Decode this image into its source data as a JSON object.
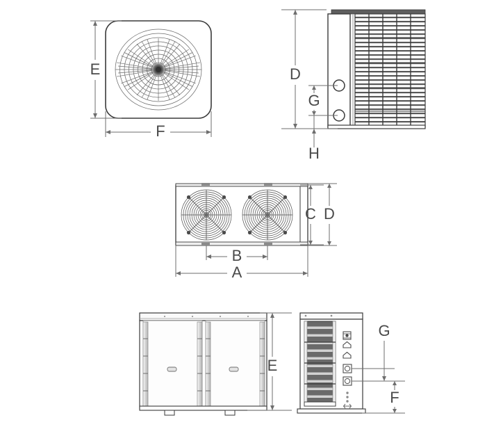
{
  "drawing": {
    "title": "Heat pump unit dimensional drawing",
    "background_color": "#ffffff",
    "line_color": "#3a3a3a",
    "dim_line_color": "#6e6e6e",
    "label_color": "#4a4a4a",
    "fill_light": "#fdfdfd",
    "fill_panel": "#f2f2f2",
    "fill_rail": "#d8d8d8",
    "fill_coil_dark": "#5a5a5a",
    "fill_hub": "#4a4a4a"
  },
  "views": [
    {
      "id": "top-left",
      "name": "fan-face-view",
      "description": "Rounded square fan face with circular wire grille",
      "labels": [
        {
          "text": "E",
          "orientation": "vertical",
          "position": "left"
        },
        {
          "text": "F",
          "orientation": "horizontal",
          "position": "bottom"
        }
      ],
      "grille": {
        "rings": 9,
        "spokes": 36
      }
    },
    {
      "id": "top-right",
      "name": "side-coil-view",
      "description": "Side elevation showing finned coil and two pipe ports",
      "labels": [
        {
          "text": "D",
          "orientation": "vertical",
          "position": "left"
        },
        {
          "text": "G",
          "orientation": "vertical",
          "position": "left-inner"
        },
        {
          "text": "H",
          "orientation": "vertical",
          "position": "bottom"
        }
      ],
      "ports": 2,
      "coil_columns": 5
    },
    {
      "id": "middle",
      "name": "top-plan-view",
      "description": "Top plan view with two fan guards",
      "labels": [
        {
          "text": "C",
          "orientation": "vertical",
          "position": "right-inner"
        },
        {
          "text": "D",
          "orientation": "vertical",
          "position": "right"
        },
        {
          "text": "B",
          "orientation": "horizontal",
          "position": "bottom-inner"
        },
        {
          "text": "A",
          "orientation": "horizontal",
          "position": "bottom"
        }
      ],
      "fans": 2,
      "fan_rings": 12
    },
    {
      "id": "bottom-left",
      "name": "front-elevation-view",
      "description": "Front elevation with two access panels and handles",
      "labels": [
        {
          "text": "E",
          "orientation": "vertical",
          "position": "right"
        }
      ],
      "panels": 2,
      "handles": 2,
      "feet": 2
    },
    {
      "id": "bottom-right",
      "name": "side-elevation-view",
      "description": "Side elevation with louvered coil and service connection ports",
      "labels": [
        {
          "text": "G",
          "orientation": "vertical",
          "position": "right"
        },
        {
          "text": "F",
          "orientation": "vertical",
          "position": "right-lower"
        }
      ],
      "louver_bands": 12,
      "connection_symbols": 5
    }
  ],
  "dimension_labels": {
    "a": "A",
    "b": "B",
    "c": "C",
    "d": "D",
    "d2": "D",
    "e": "E",
    "e2": "E",
    "f": "F",
    "f2": "F",
    "g": "G",
    "g2": "G",
    "h": "H"
  }
}
